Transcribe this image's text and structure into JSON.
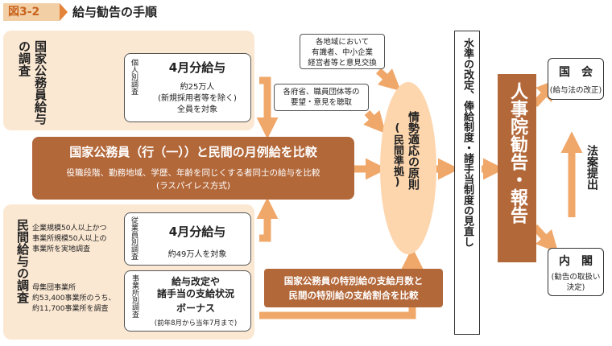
{
  "figure": {
    "tag": "図3-2",
    "title": "給与勧告の手順"
  },
  "national": {
    "label": "国家公務員給与の調査",
    "survey_label": "個人別調査",
    "heading": "4月分給与",
    "line1": "約25万人",
    "line2": "(新規採用者等を除く)",
    "line3": "全員を対象"
  },
  "compare": {
    "title": "国家公務員（行（一））と民間の月例給を比較",
    "line1": "役職段階、勤務地域、学歴、年齢を同じくする者同士の給与を比較",
    "line2": "(ラスパイレス方式)"
  },
  "private": {
    "label": "民間給与の調査",
    "note1_line1": "企業規模50人以上かつ",
    "note1_line2": "事業所規模50人以上の",
    "note1_line3": "事業所を実地調査",
    "note2_line1": "母集団事業所",
    "note2_line2": "約53,400事業所のうち、",
    "note2_line3": "約11,700事業所を調査",
    "emp_survey_label": "従業員別調査",
    "heading": "4月分給与",
    "sub": "約49万人を対象",
    "est_survey_label": "事業所別調査",
    "heading2_line1": "給与改定や",
    "heading2_line2": "諸手当の支給状況",
    "heading2_line3": "ボーナス",
    "sub2": "(前年8月から当年7月まで)"
  },
  "bonus_compare": {
    "line1": "国家公務員の特別給の支給月数と",
    "line2": "民間の特別給の支給割合を比較"
  },
  "notes": {
    "regional_line1": "各地域において",
    "regional_line2": "有識者、中小企業",
    "regional_line3": "経営者等と意見交換",
    "ministries_line1": "各府省、職員団体等の",
    "ministries_line2": "要望・意見を聴取"
  },
  "principle": {
    "main": "情勢適応の原則",
    "sub": "(民間準拠)"
  },
  "revision": {
    "text": "水準の改定、俸給制度・諸手当制度の見直し"
  },
  "recommendation": {
    "text": "人事院勧告・報告"
  },
  "diet": {
    "title": "国　会",
    "sub": "(給与法の改正)"
  },
  "cabinet": {
    "title": "内　閣",
    "sub1": "(勧告の取扱い",
    "sub2": "決定)"
  },
  "bill": {
    "text": "法案提出"
  },
  "colors": {
    "accent": "#b3683a",
    "arrow": "#f0a86a",
    "panel": "#fbe8d3",
    "tag": "#e3843a"
  }
}
